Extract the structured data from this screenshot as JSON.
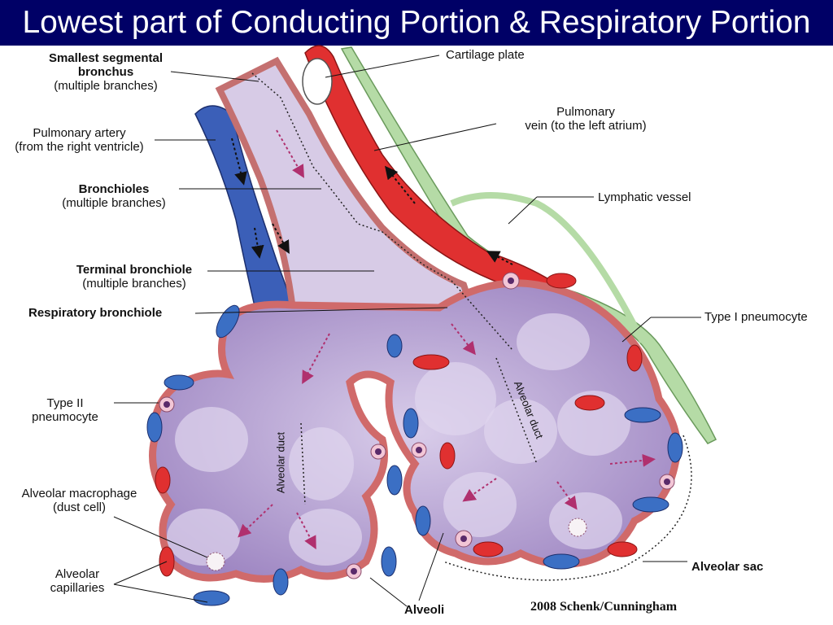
{
  "title": "Lowest part of Conducting Portion & Respiratory Portion",
  "labels": {
    "smallest_bronchus": {
      "line1": "Smallest segmental",
      "line2": "bronchus",
      "line3": "(multiple branches)"
    },
    "pulmonary_artery": {
      "line1": "Pulmonary artery",
      "line2": "(from the right ventricle)"
    },
    "bronchioles": {
      "line1": "Bronchioles",
      "line2": "(multiple branches)"
    },
    "terminal_bronchiole": {
      "line1": "Terminal bronchiole",
      "line2": "(multiple branches)"
    },
    "respiratory_bronchiole": "Respiratory bronchiole",
    "type2": {
      "line1": "Type II",
      "line2": "pneumocyte"
    },
    "macrophage": {
      "line1": "Alveolar macrophage",
      "line2": "(dust cell)"
    },
    "capillaries": {
      "line1": "Alveolar",
      "line2": "capillaries"
    },
    "cartilage_plate": "Cartilage plate",
    "pulmonary_vein": {
      "line1": "Pulmonary",
      "line2": "vein (to the left atrium)"
    },
    "lymphatic_vessel": "Lymphatic vessel",
    "type1": "Type I pneumocyte",
    "alveolar_sac": "Alveolar sac",
    "alveoli": "Alveoli",
    "alveolar_duct_left": "Alveolar duct",
    "alveolar_duct_right": "Alveolar duct"
  },
  "credit": "2008 Schenk/Cunningham",
  "colors": {
    "title_bg": "#000066",
    "artery": "#3b5fb8",
    "vein": "#e03030",
    "lymph": "#a8d49a",
    "alveolar_fill": "#c9b9dc",
    "wall": "#e8a0a0"
  }
}
